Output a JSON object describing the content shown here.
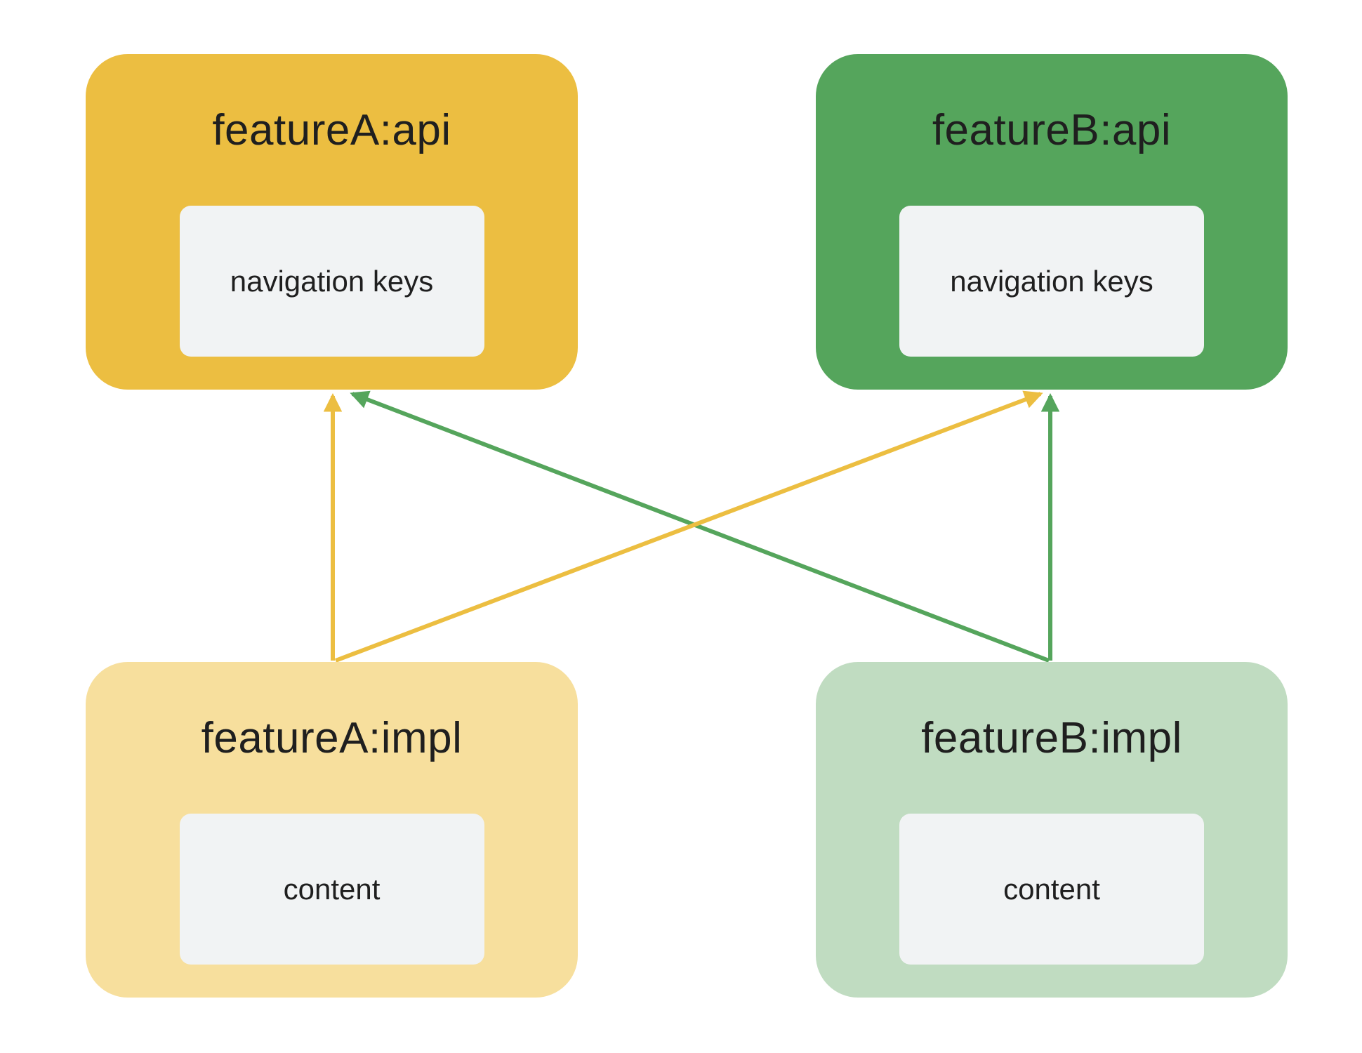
{
  "canvas": {
    "background": "#ffffff",
    "text_color": "#1f1f1f"
  },
  "chip": {
    "fill": "#F1F3F4"
  },
  "nodes": [
    {
      "id": "featureA-api",
      "title": "featureA:api",
      "chip_label": "navigation keys",
      "fill": "#ECBE41"
    },
    {
      "id": "featureB-api",
      "title": "featureB:api",
      "chip_label": "navigation keys",
      "fill": "#55A55C"
    },
    {
      "id": "featureA-impl",
      "title": "featureA:impl",
      "chip_label": "content",
      "fill": "#F7DF9D"
    },
    {
      "id": "featureB-impl",
      "title": "featureB:impl",
      "chip_label": "content",
      "fill": "#C0DCC1"
    }
  ],
  "edges": [
    {
      "from": "featureA-impl",
      "to": "featureA-api",
      "color": "#ECBE41"
    },
    {
      "from": "featureA-impl",
      "to": "featureB-api",
      "color": "#ECBE41"
    },
    {
      "from": "featureB-impl",
      "to": "featureB-api",
      "color": "#55A55C"
    },
    {
      "from": "featureB-impl",
      "to": "featureA-api",
      "color": "#55A55C"
    }
  ]
}
